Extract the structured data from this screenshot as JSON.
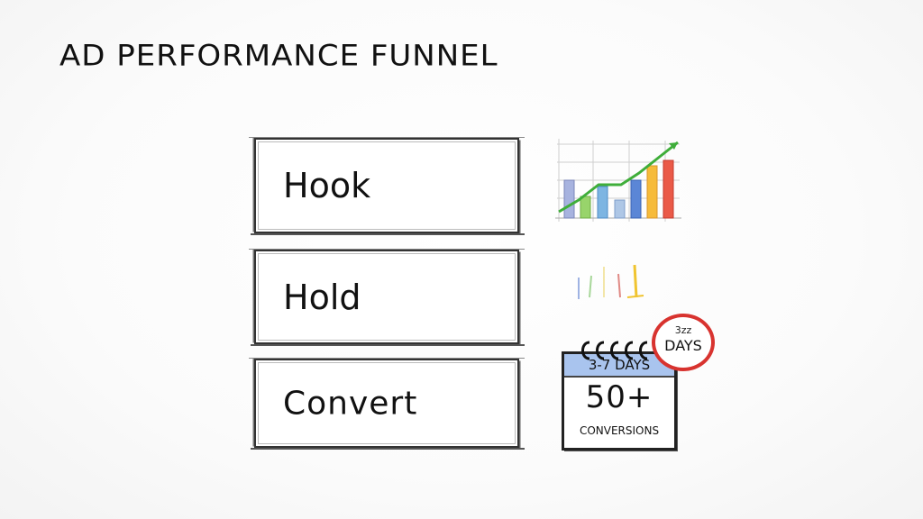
{
  "title": "AD PERFORMANCE FUNNEL",
  "funnel": {
    "stages": [
      {
        "label": "Hook"
      },
      {
        "label": "Hold"
      },
      {
        "label": "Convert"
      }
    ]
  },
  "side_illustrations": {
    "growth_chart": {
      "bar_colors": [
        "#9aa7d8",
        "#8fd06a",
        "#6aa7d8",
        "#9fb9e0",
        "#4a78d0",
        "#f4b431",
        "#e3473c"
      ],
      "bar_heights_relative": [
        0.55,
        0.28,
        0.42,
        0.22,
        0.55,
        0.75,
        0.8
      ],
      "trend_color": "#3fae3a",
      "icon": "bar-chart-with-uptrend-arrow"
    },
    "mini_bars": {
      "colors": [
        "#9fb3e3",
        "#a8d79a",
        "#f3e6a8",
        "#e08a85",
        "#f0c430"
      ],
      "icon": "small-sketched-bars"
    },
    "calendar": {
      "header": "3-7 DAYS",
      "big_value": "50+",
      "caption": "CONVERSIONS",
      "header_color": "#a9c4ee",
      "icon": "calendar-icon"
    },
    "badge": {
      "top": "3zz",
      "main": "DAYS",
      "ring_color": "#d8332f"
    }
  }
}
